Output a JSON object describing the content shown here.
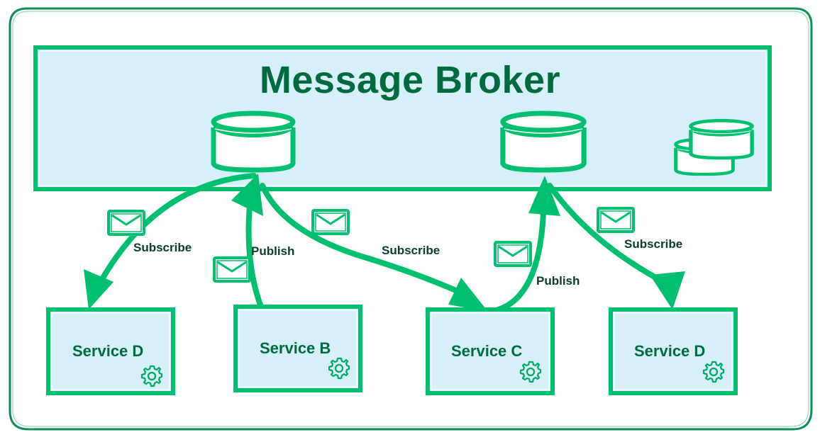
{
  "diagram": {
    "title": "Message Broker",
    "colors": {
      "stroke": "#00bf6f",
      "fill_light": "#d6eff8",
      "title_text": "#006b3f",
      "label_text": "#0b3d2a",
      "frame": "#0e8f57"
    },
    "broker": {
      "label": "Message Broker",
      "queues": [
        {
          "id": "queue-1",
          "icon": "database-cylinder"
        },
        {
          "id": "queue-2",
          "icon": "database-cylinder"
        },
        {
          "id": "storage",
          "icon": "stacked-cylinders"
        }
      ]
    },
    "services": [
      {
        "id": "service-d-left",
        "label": "Service D",
        "icon": "gear-icon"
      },
      {
        "id": "service-b",
        "label": "Service B",
        "icon": "gear-icon"
      },
      {
        "id": "service-c",
        "label": "Service C",
        "icon": "gear-icon"
      },
      {
        "id": "service-d-right",
        "label": "Service D",
        "icon": "gear-icon"
      }
    ],
    "connections": [
      {
        "from": "queue-1",
        "to": "service-d-left",
        "label": "Subscribe",
        "icon": "envelope-icon"
      },
      {
        "from": "service-b",
        "to": "queue-1",
        "label": "Publish",
        "icon": "envelope-icon"
      },
      {
        "from": "queue-1",
        "to": "service-c",
        "label": "Subscribe",
        "icon": "envelope-icon"
      },
      {
        "from": "service-c",
        "to": "queue-2",
        "label": "Publish",
        "icon": "envelope-icon"
      },
      {
        "from": "queue-2",
        "to": "service-d-right",
        "label": "Subscribe",
        "icon": "envelope-icon"
      }
    ]
  }
}
